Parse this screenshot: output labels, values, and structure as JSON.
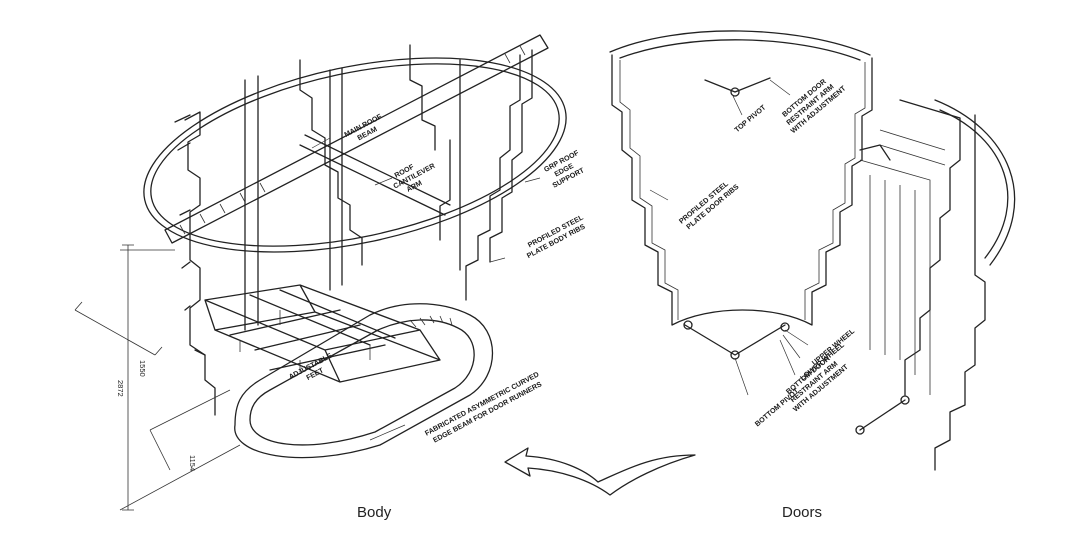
{
  "captions": {
    "body": "Body",
    "doors": "Doors"
  },
  "body_labels": {
    "main_roof_beam": [
      "MAIN ROOF",
      "BEAM"
    ],
    "roof_cantilever_arm": [
      "ROOF",
      "CANTILEVER",
      "ARM"
    ],
    "grp_roof_edge_support": [
      "GRP ROOF",
      "EDGE",
      "SUPPORT"
    ],
    "profiled_steel_plate_body_ribs": [
      "PROFILED STEEL",
      "PLATE BODY RIBS"
    ],
    "adjustable_feet": [
      "ADJUSTABLE",
      "FEET"
    ],
    "edge_beam": [
      "FABRICATED ASYMMETRIC CURVED",
      "EDGE BEAM FOR DOOR RUNNERS"
    ]
  },
  "door_labels": {
    "top_pivot": "TOP PIVOT",
    "bottom_door_restraint_arm_top": [
      "BOTTOM DOOR",
      "RESTRAINT ARM",
      "WITH ADJUSTMENT"
    ],
    "profiled_steel_plate_door_ribs": [
      "PROFILED STEEL",
      "PLATE DOOR RIBS"
    ],
    "upper_wheel": "UPPER WHEEL",
    "lower_wheel": "LOWER WHEEL",
    "bottom_door_restraint_arm_bottom": [
      "BOTTOM DOOR",
      "RESTRAINT ARM",
      "WITH ADJUSTMENT"
    ],
    "bottom_pivot": "BOTTOM PIVOT"
  },
  "dimensions": {
    "d1": "1550",
    "d2": "2872",
    "d3": "1154"
  }
}
